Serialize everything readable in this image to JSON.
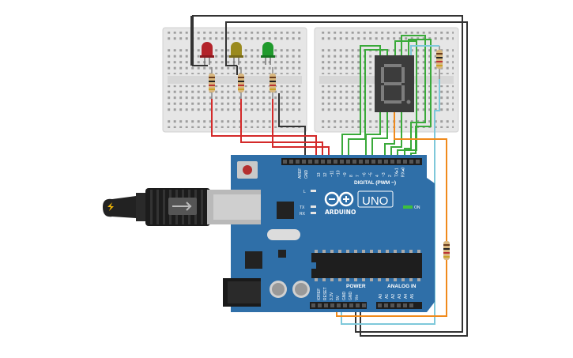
{
  "board": {
    "aref": "AREF",
    "gnd": "GND",
    "digital_pins": [
      "13",
      "12",
      "~11",
      "~10",
      "~9",
      "8",
      "7",
      "~6",
      "~5",
      "4",
      "~3",
      "2",
      "TX▸1",
      "RX◂0"
    ],
    "digital_label": "DIGITAL (PWM ~)",
    "brand": "ARDUINO",
    "model": "UNO",
    "led_l": "L",
    "led_tx": "TX",
    "led_rx": "RX",
    "on_label": "ON",
    "power_label": "POWER",
    "analog_label": "ANALOG IN",
    "power_pins": [
      "IOREF",
      "RESET",
      "3.3V",
      "5V",
      "GND",
      "GND",
      "Vin"
    ],
    "analog_pins": [
      "A0",
      "A1",
      "A2",
      "A3",
      "A4",
      "A5"
    ]
  },
  "leds": [
    {
      "color": "red",
      "hex": "#b3232a"
    },
    {
      "color": "yellow",
      "hex": "#9a8a1e"
    },
    {
      "color": "green",
      "hex": "#1f9a2c"
    }
  ],
  "colors": {
    "board": "#2f6fa8",
    "breadboard": "#e6e6e6",
    "wire_red": "#d42a2a",
    "wire_black": "#333333",
    "wire_green": "#3aaa3a",
    "wire_orange": "#f08a1c",
    "wire_cyan": "#7ec8da"
  }
}
